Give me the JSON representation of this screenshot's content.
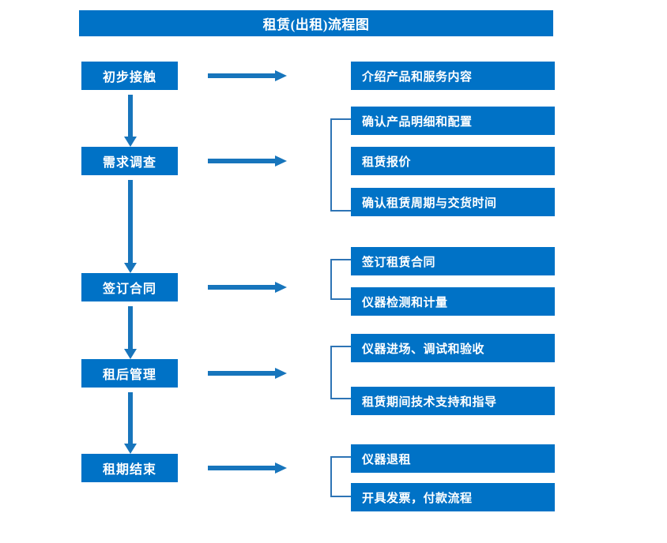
{
  "diagram": {
    "title": "租赁(出租)流程图",
    "accent_color": "#0072C6",
    "arrow_color": "#1775BC",
    "bracket_color": "#2E74B5",
    "text_color": "#FFFFFF",
    "background_color": "#FFFFFF",
    "stages": [
      {
        "label": "初步接触"
      },
      {
        "label": "需求调查"
      },
      {
        "label": "签订合同"
      },
      {
        "label": "租后管理"
      },
      {
        "label": "租期结束"
      }
    ],
    "detail_groups": [
      {
        "stage": "初步接触",
        "has_bracket": false,
        "items": [
          {
            "label": "介绍产品和服务内容"
          }
        ]
      },
      {
        "stage": "需求调查",
        "has_bracket": true,
        "items": [
          {
            "label": "确认产品明细和配置"
          },
          {
            "label": "租赁报价"
          },
          {
            "label": "确认租赁周期与交货时间"
          }
        ]
      },
      {
        "stage": "签订合同",
        "has_bracket": true,
        "items": [
          {
            "label": "签订租赁合同"
          },
          {
            "label": "仪器检测和计量"
          }
        ]
      },
      {
        "stage": "租后管理",
        "has_bracket": true,
        "items": [
          {
            "label": "仪器进场、调试和验收"
          },
          {
            "label": "租赁期间技术支持和指导"
          }
        ]
      },
      {
        "stage": "租期结束",
        "has_bracket": true,
        "items": [
          {
            "label": "仪器退租"
          },
          {
            "label": "开具发票，付款流程"
          }
        ]
      }
    ]
  }
}
